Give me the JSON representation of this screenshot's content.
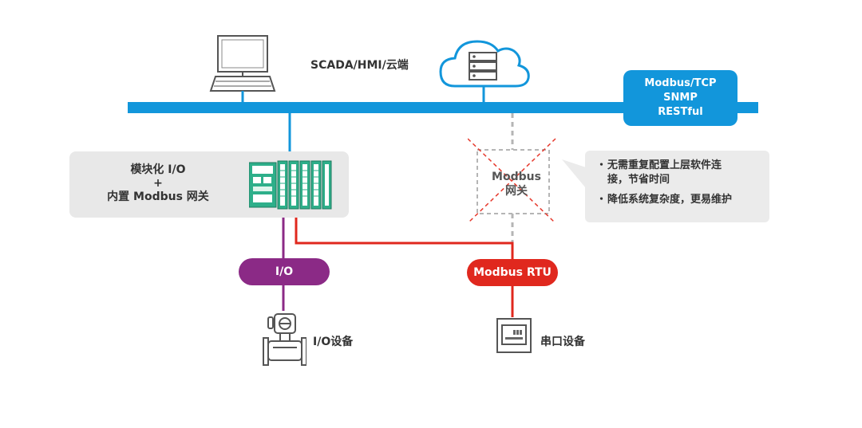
{
  "labels": {
    "scada": "SCADA/HMI/云端",
    "module_line1": "模块化 I/O",
    "module_line2": "+",
    "module_line3": "内置 Modbus 网关",
    "gateway_line1": "Modbus",
    "gateway_line2": "网关",
    "io_device": "I/O设备",
    "serial_device": "串口设备"
  },
  "protocols": [
    "Modbus/TCP",
    "SNMP",
    "RESTful"
  ],
  "pills": {
    "io": "I/O",
    "rtu": "Modbus RTU"
  },
  "benefits": [
    {
      "bullet": "・",
      "lines": [
        "无需重复配置上层软件连",
        "接，节省时间"
      ]
    },
    {
      "bullet": "・",
      "lines": [
        "降低系统复杂度，更易维护"
      ]
    }
  ],
  "colors": {
    "ethernet": "#1296db",
    "io_line": "#8b2a86",
    "rtu_line": "#e0281e",
    "module_green": "#2eaf8a",
    "gateway_cross": "#e63a2e"
  },
  "icons": {
    "computer": "computer-icon",
    "cloud_server": "cloud-server-icon",
    "io_module": "io-module-icon",
    "flow_meter": "flow-meter-icon",
    "serial_device": "serial-device-icon"
  }
}
